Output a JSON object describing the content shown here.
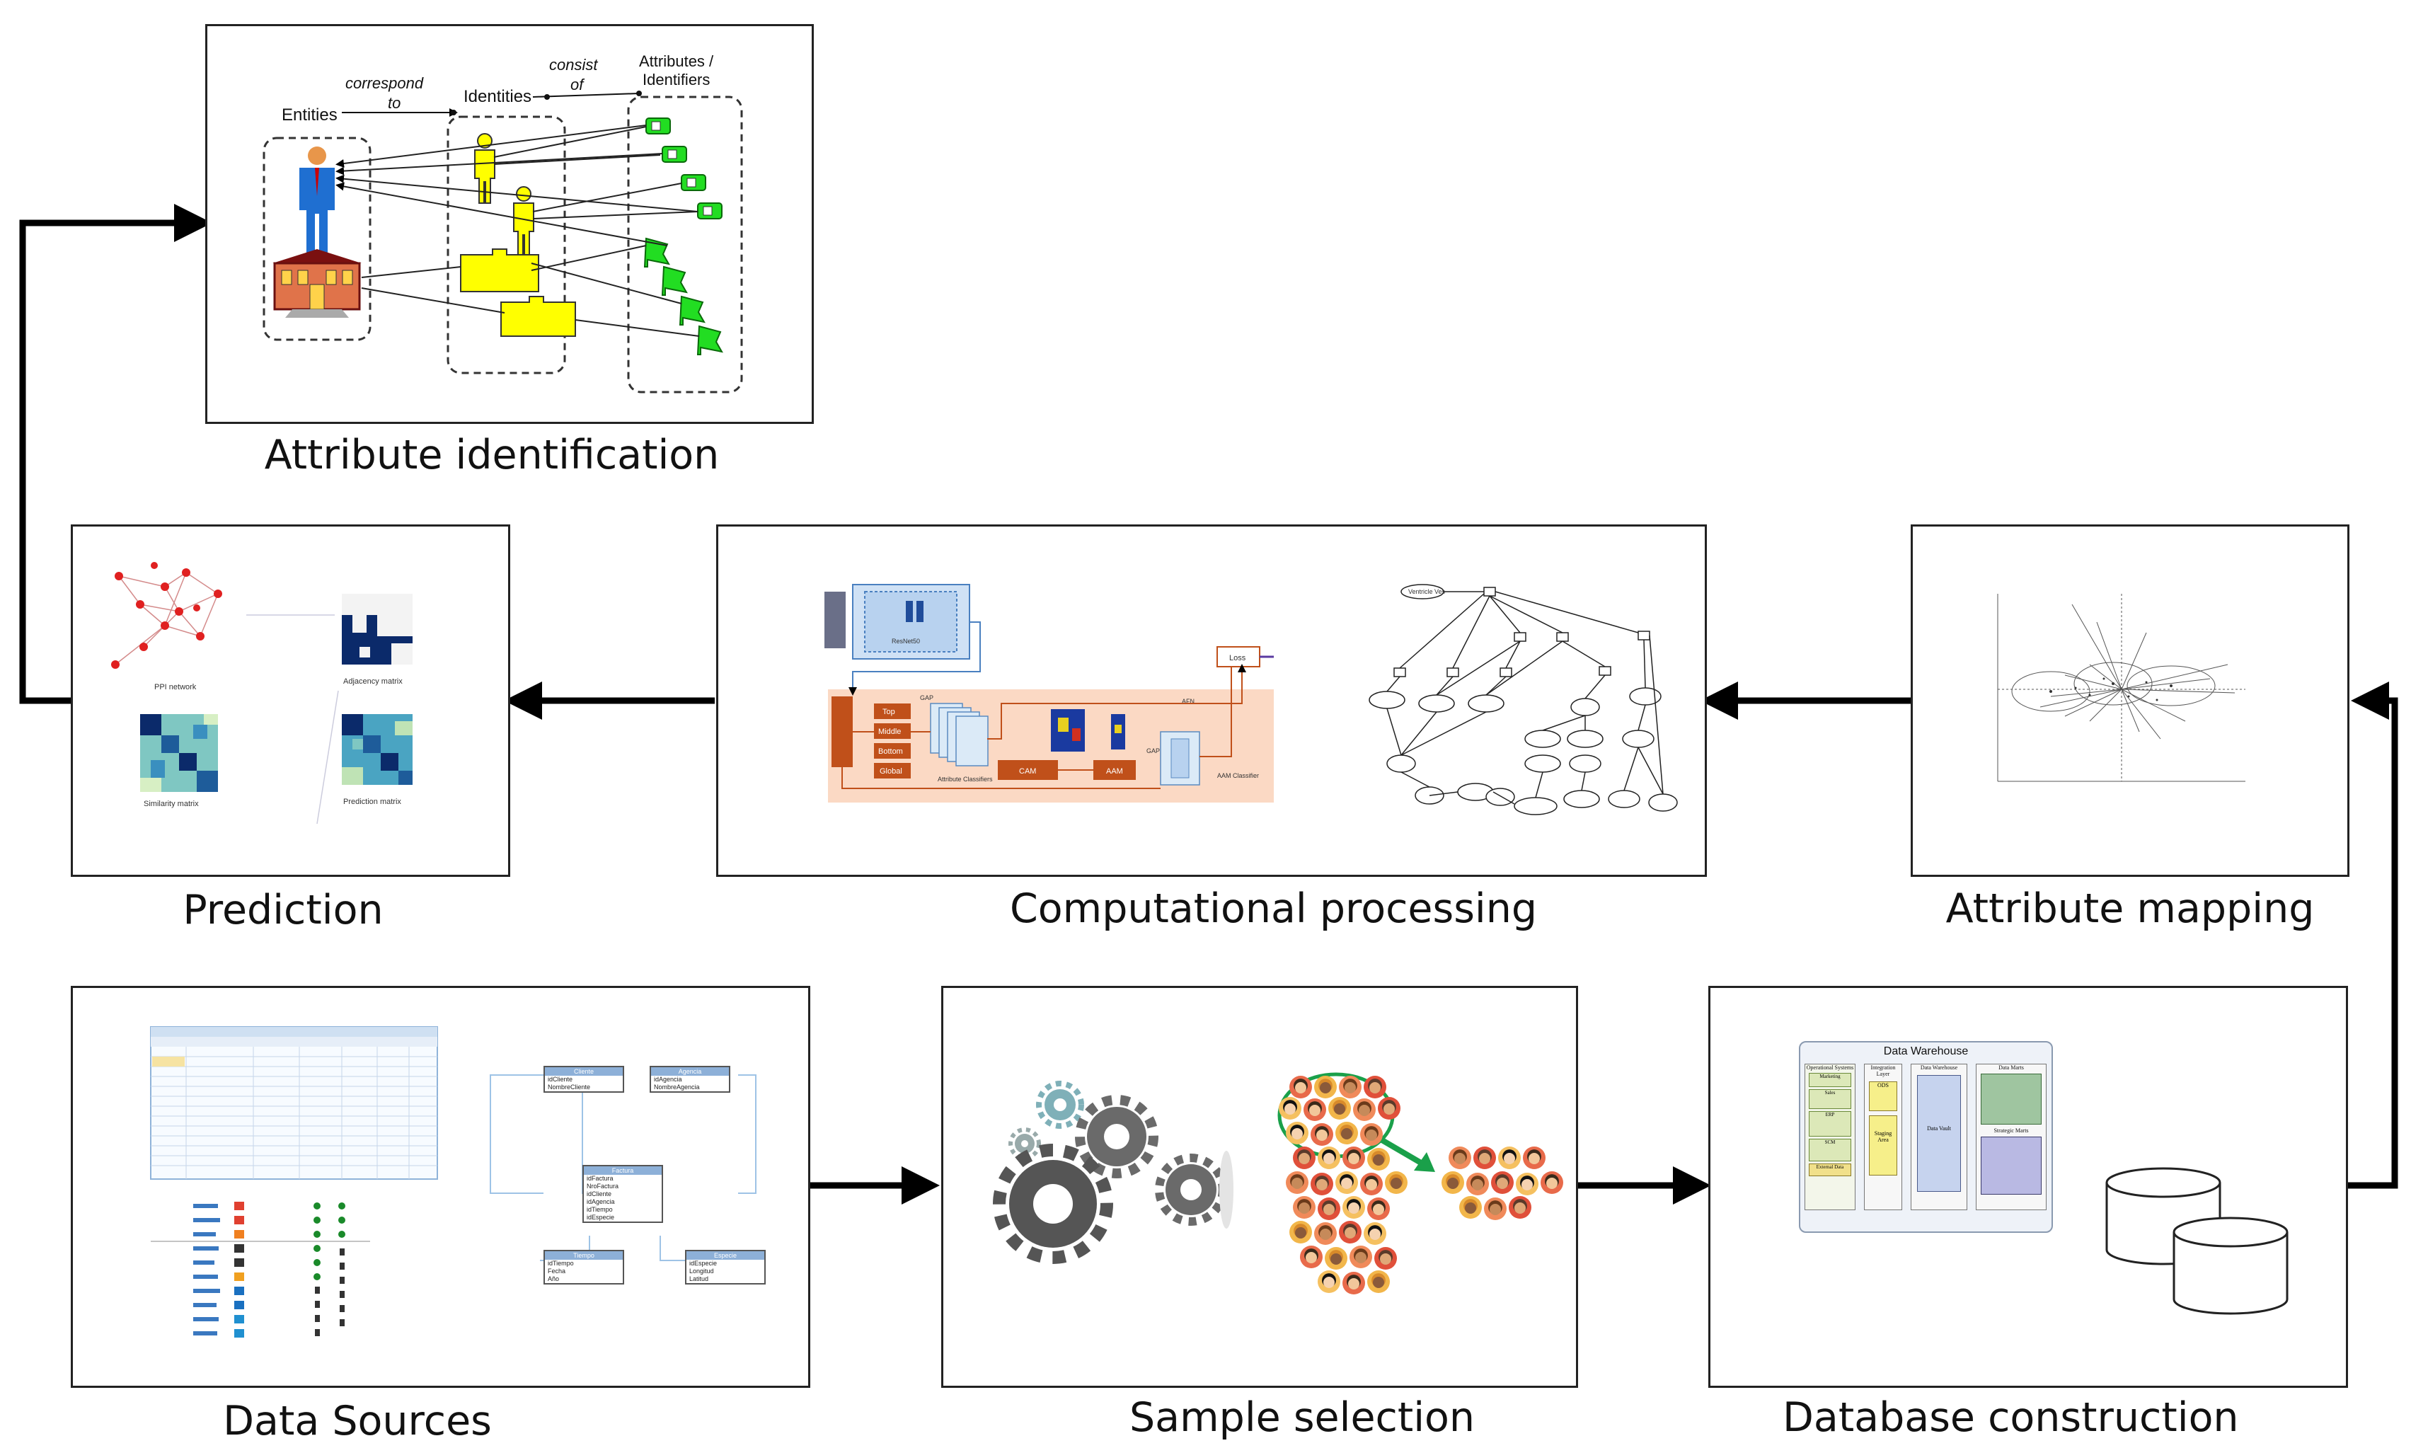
{
  "captions": {
    "attribute_identification": "Attribute identification",
    "prediction": "Prediction",
    "computational_processing": "Computational processing",
    "attribute_mapping": "Attribute mapping",
    "data_sources": "Data Sources",
    "sample_selection": "Sample selection",
    "database_construction": "Database construction"
  },
  "attr_ident": {
    "entities": "Entities",
    "identities": "Identities",
    "attributes": "Attributes /",
    "identifiers": "Identifiers",
    "correspond": "correspond",
    "to": "to",
    "consist": "consist",
    "of": "of"
  },
  "prediction": {
    "ppi": "PPI network",
    "adjacency": "Adjacency matrix",
    "similarity": "Similarity matrix",
    "prediction_matrix": "Prediction matrix"
  },
  "computation": {
    "resnet": "ResNet50",
    "loss": "Loss",
    "afn": "AFN",
    "top": "Top",
    "middle": "Middle",
    "bottom": "Bottom",
    "global": "Global",
    "cam": "CAM",
    "aam": "AAM",
    "gap": "GAP",
    "attribute_classifiers": "Attribute Classifiers",
    "aam_classifier": "AAM Classifier",
    "graph_root": "Ventricle Ves"
  },
  "data_sources": {
    "tables": [
      {
        "title": "Cliente",
        "fields": [
          "idCliente",
          "NombreCliente"
        ]
      },
      {
        "title": "Agencia",
        "fields": [
          "idAgencia",
          "NombreAgencia"
        ]
      },
      {
        "title": "Factura",
        "fields": [
          "idFactura",
          "NroFactura",
          "idCliente",
          "idAgencia",
          "idTiempo",
          "idEspecie"
        ]
      },
      {
        "title": "Tiempo",
        "fields": [
          "idTiempo",
          "Fecha",
          "Año"
        ]
      },
      {
        "title": "Especie",
        "fields": [
          "idEspecie",
          "Longitud",
          "Latitud"
        ]
      }
    ]
  },
  "data_warehouse": {
    "title": "Data Warehouse",
    "operational": "Operational Systems",
    "integration": "Integration Layer",
    "dw": "Data Warehouse",
    "data_marts": "Data Marts",
    "strategic_marts": "Strategic Marts",
    "marketing": "Marketing",
    "sales": "Sales",
    "erp": "ERP",
    "scm": "SCM",
    "external": "External Data",
    "ods": "ODS",
    "staging": "Staging Area",
    "data_vault": "Data Vault"
  },
  "colors": {
    "arrow": "#000000",
    "identity_yellow": "#ffff00",
    "attribute_green": "#22dd22",
    "orange_block": "#c0501a",
    "peach_bg": "#fbd9c4"
  }
}
